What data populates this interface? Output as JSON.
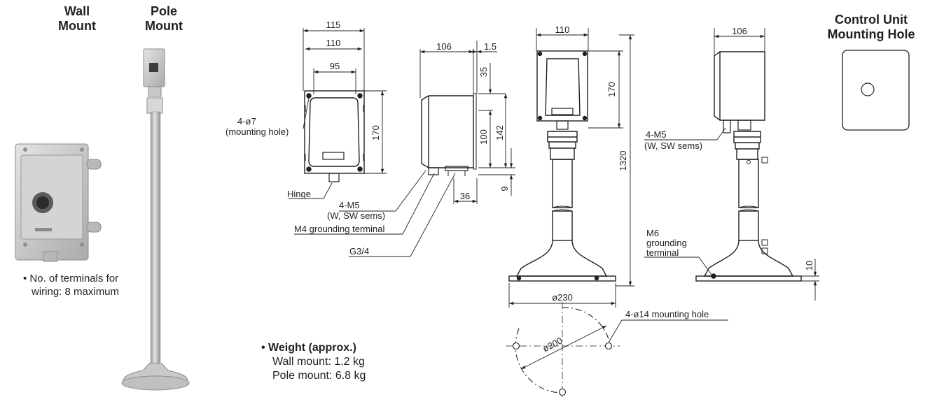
{
  "headers": {
    "wall_mount": [
      "Wall",
      "Mount"
    ],
    "pole_mount": [
      "Pole",
      "Mount"
    ],
    "control_unit": [
      "Control Unit",
      "Mounting Hole"
    ]
  },
  "terminals_note": [
    "• No. of terminals for",
    "wiring: 8 maximum"
  ],
  "weight": {
    "title": "• Weight (approx.)",
    "wall": "Wall mount: 1.2 kg",
    "pole": "Pole mount: 6.8 kg"
  },
  "front_view": {
    "dim_115": "115",
    "dim_110": "110",
    "dim_95": "95",
    "dim_170": "170",
    "hole_label": "4-ø7",
    "hole_sub": "(mounting hole)",
    "hinge": "Hinge"
  },
  "side_view": {
    "dim_106": "106",
    "dim_1_5": "1.5",
    "dim_35": "35",
    "dim_100": "100",
    "dim_142": "142",
    "dim_9": "9",
    "dim_36": "36",
    "screw": "4-M5",
    "screw_sub": "(W, SW sems)",
    "ground": "M4 grounding terminal",
    "thread": "G3/4"
  },
  "pole_front": {
    "dim_110": "110",
    "dim_170": "170",
    "dim_1320": "1320",
    "dim_230": "ø230"
  },
  "pole_side": {
    "dim_106": "106",
    "screw": "4-M5",
    "screw_sub": "(W, SW sems)",
    "ground_1": "M6",
    "ground_2": "grounding",
    "ground_3": "terminal",
    "dim_10": "10"
  },
  "base": {
    "pcd": "ø200",
    "holes": "4-ø14 mounting hole"
  },
  "colors": {
    "ink": "#231f20",
    "body_gray": "#c9cbc8",
    "dark_gray": "#6b6d6a"
  }
}
